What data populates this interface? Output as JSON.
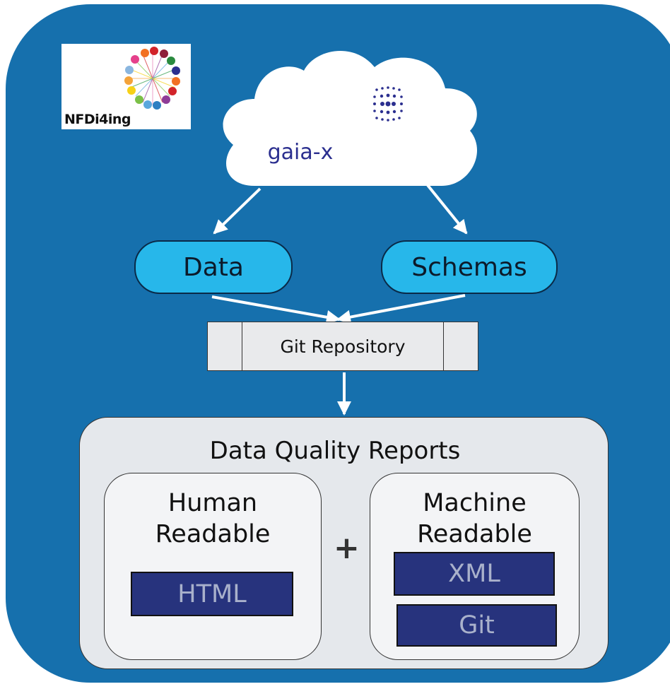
{
  "logo": {
    "text": "NFDi4ing"
  },
  "cloud": {
    "label": "gaia-x"
  },
  "nodes": {
    "data": "Data",
    "schemas": "Schemas",
    "git_repository": "Git Repository"
  },
  "reports": {
    "title": "Data Quality Reports",
    "human": {
      "label_line1": "Human",
      "label_line2": "Readable",
      "formats": [
        "HTML"
      ]
    },
    "machine": {
      "label_line1": "Machine",
      "label_line2": "Readable",
      "formats": [
        "XML",
        "Git"
      ]
    },
    "combine_symbol": "+"
  },
  "colors": {
    "background": "#1670ad",
    "pill_fill": "#27b7ea",
    "format_fill": "#27337d",
    "format_text": "#a9b1cb",
    "panel_fill": "#e5e8ec",
    "gaia_text": "#2b2f8f"
  }
}
